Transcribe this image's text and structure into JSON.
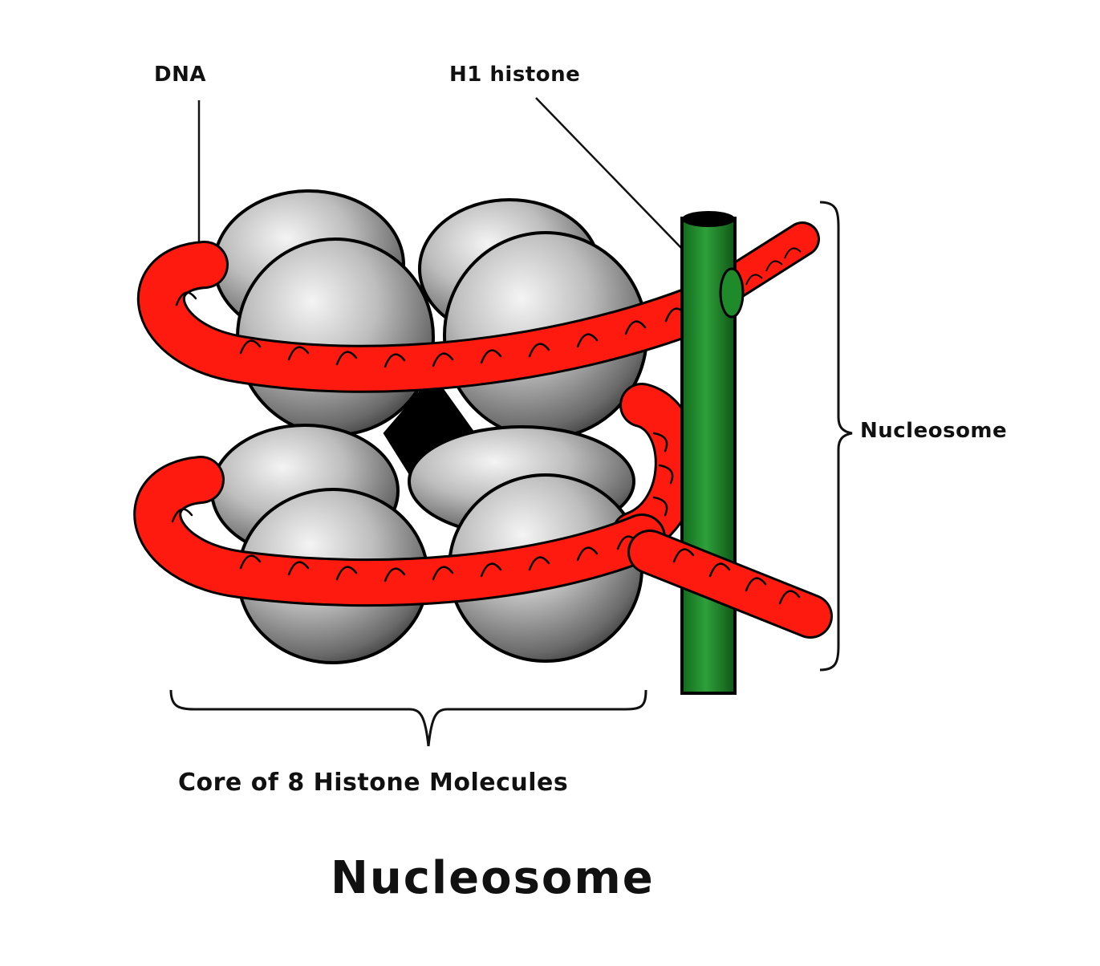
{
  "labels": {
    "dna": "DNA",
    "h1_histone": "H1 histone",
    "nucleosome_side": "Nucleosome",
    "core": "Core of 8 Histone Molecules"
  },
  "title": "Nucleosome",
  "colors": {
    "dna": "#ff1a10",
    "h1_histone": "#1f8a2a",
    "histone": "#b5b5b5",
    "outline": "#000000"
  }
}
